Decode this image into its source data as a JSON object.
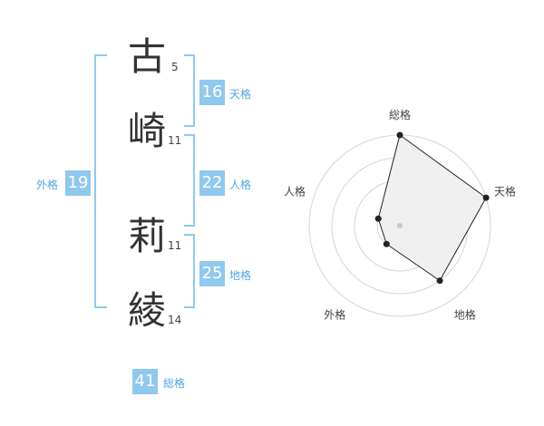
{
  "name_chars": [
    {
      "char": "古",
      "strokes": "5"
    },
    {
      "char": "崎",
      "strokes": "11"
    },
    {
      "char": "莉",
      "strokes": "11"
    },
    {
      "char": "綾",
      "strokes": "14"
    }
  ],
  "fortunes": {
    "tenkaku": {
      "value": "16",
      "label": "天格"
    },
    "jinkaku": {
      "value": "22",
      "label": "人格"
    },
    "chikaku": {
      "value": "25",
      "label": "地格"
    },
    "gaikaku": {
      "value": "19",
      "label": "外格"
    },
    "soukaku": {
      "value": "41",
      "label": "総格"
    }
  },
  "chart_data": {
    "type": "radar",
    "axes": [
      "総格",
      "天格",
      "地格",
      "外格",
      "人格"
    ],
    "values": [
      4,
      4,
      3,
      1,
      1
    ],
    "max": 4,
    "rings": 4
  },
  "colors": {
    "accent": "#8fc9ee",
    "accent_text": "#4ea6de",
    "fill": "#f0f0f0"
  }
}
